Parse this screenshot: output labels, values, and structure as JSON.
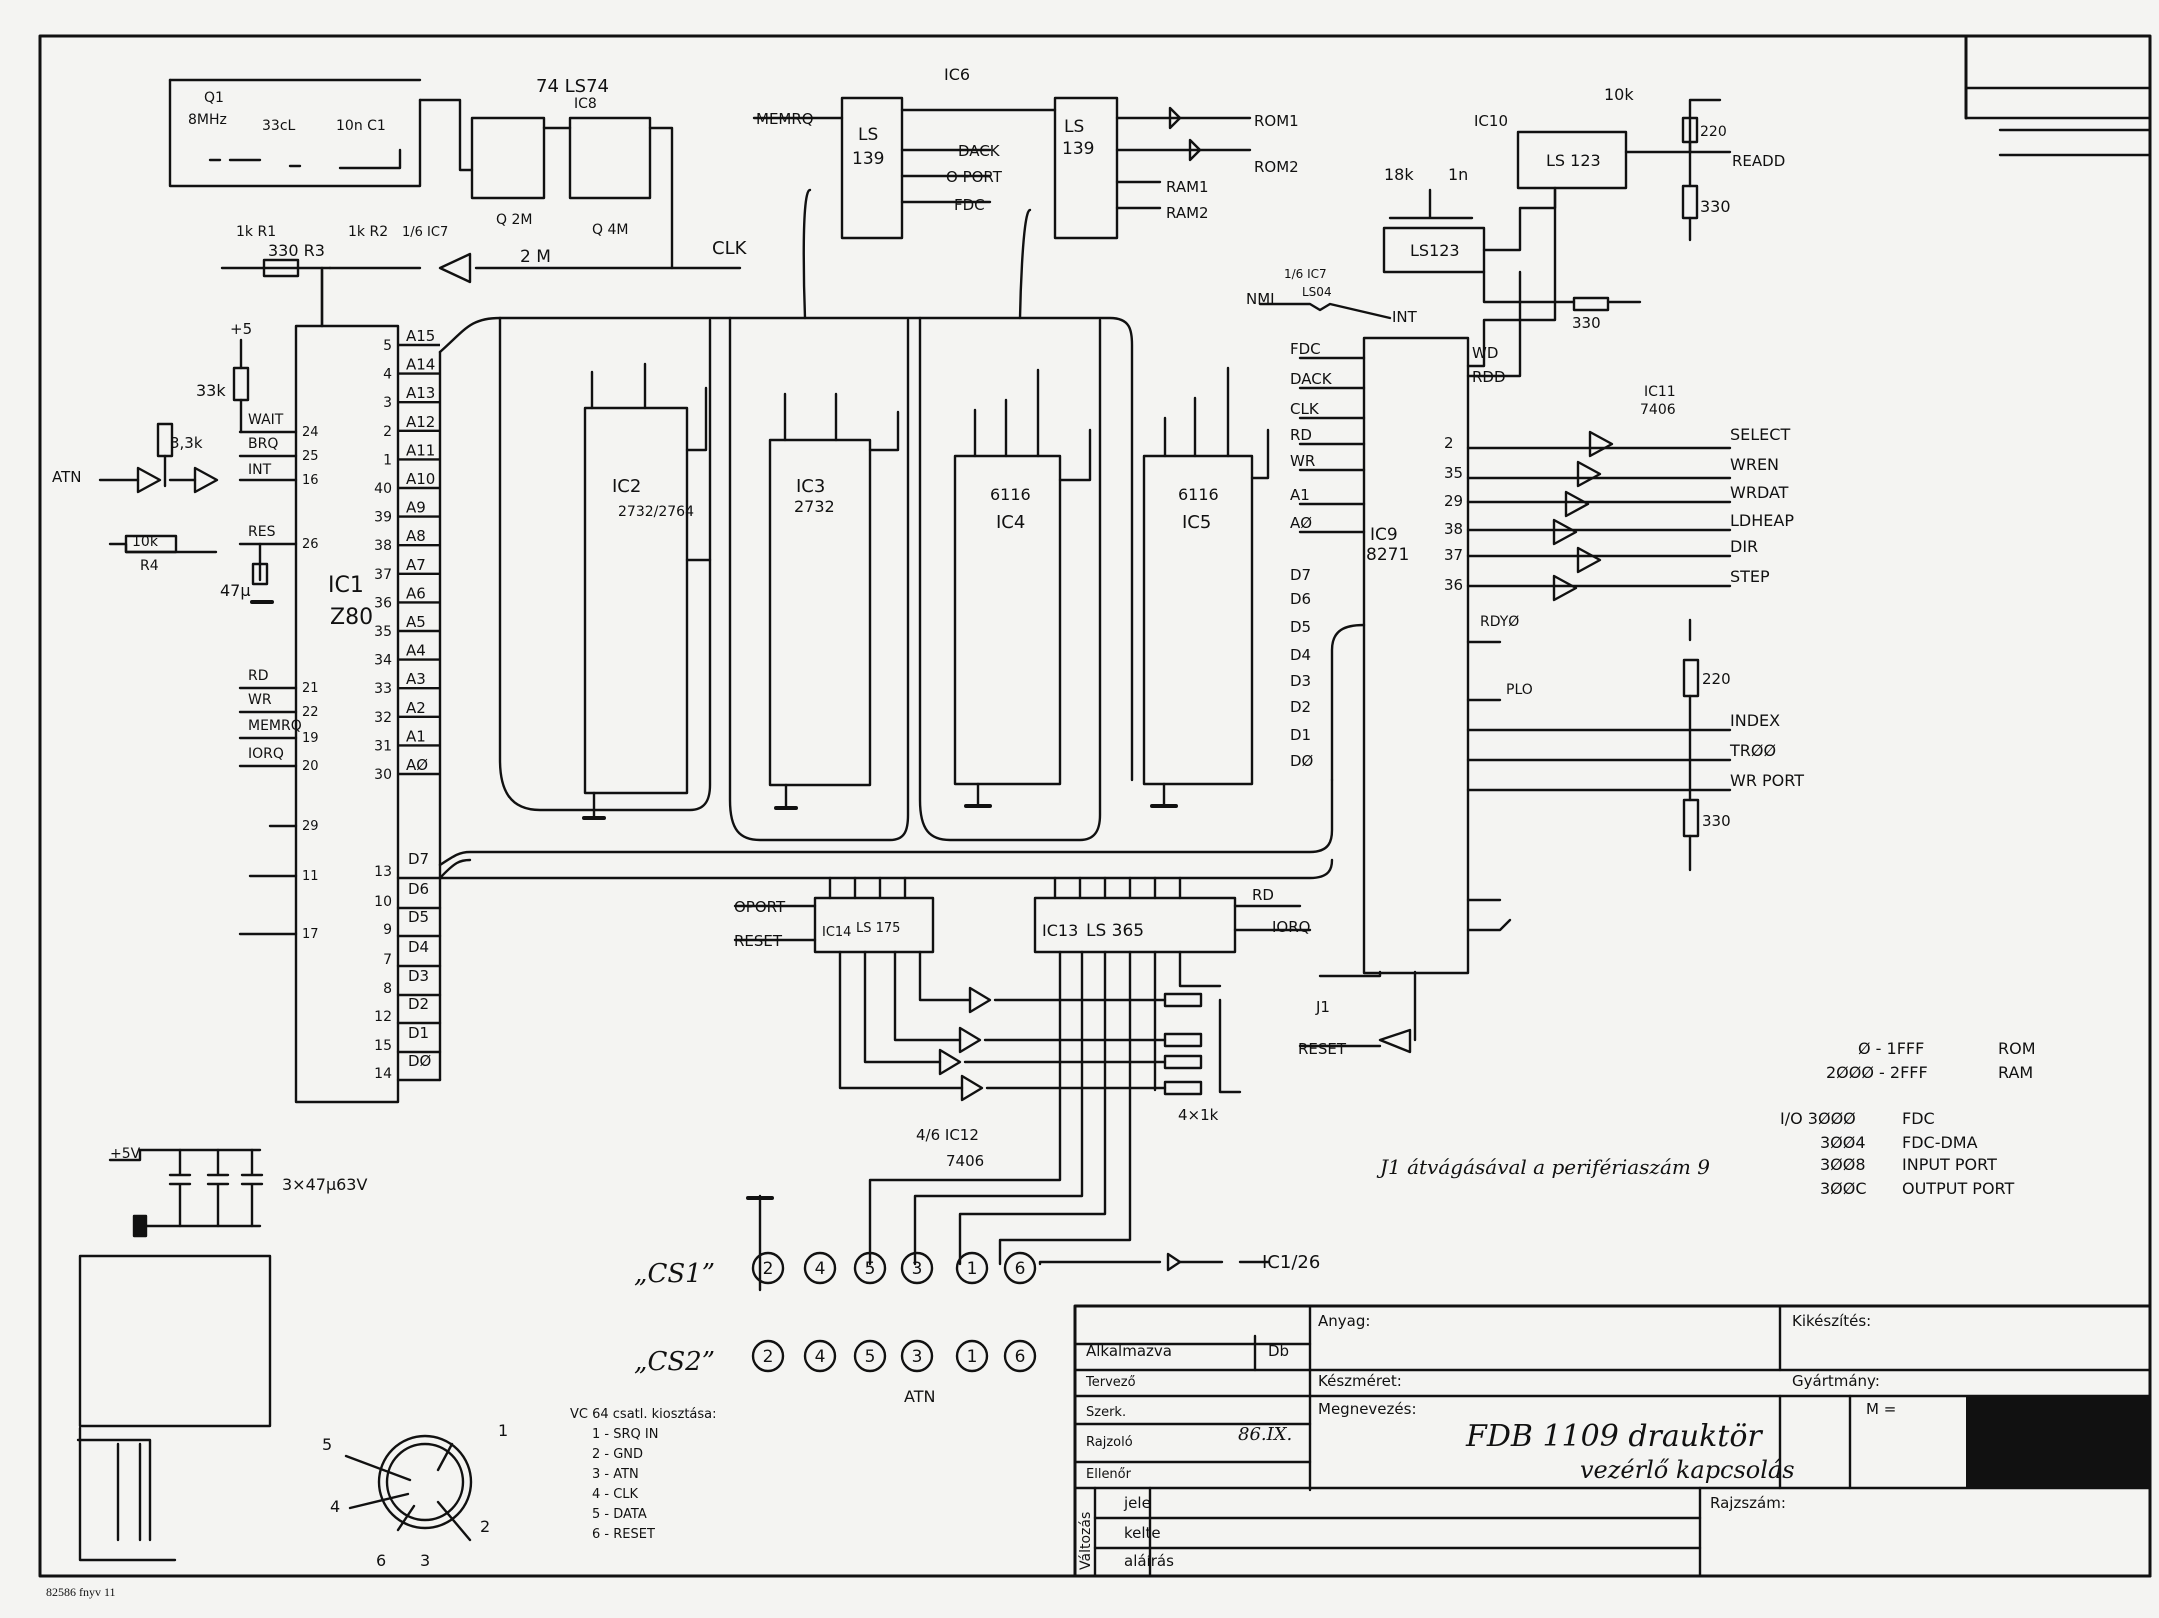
{
  "chips": [
    {
      "id": "ic1",
      "label": "IC1",
      "part": "Z80"
    },
    {
      "id": "ic2",
      "label": "IC2",
      "part": "2732/2764"
    },
    {
      "id": "ic3",
      "label": "IC3",
      "part": "2732"
    },
    {
      "id": "ic4",
      "label": "IC4",
      "part": "6116"
    },
    {
      "id": "ic5",
      "label": "IC5",
      "part": "6116"
    },
    {
      "id": "ic6a",
      "label": "LS",
      "part": "139"
    },
    {
      "id": "ic6b",
      "label": "LS",
      "part": "139"
    },
    {
      "id": "ic6",
      "label": "IC6"
    },
    {
      "id": "ic8",
      "label": "IC8",
      "part": "74 LS74"
    },
    {
      "id": "ic9",
      "label": "IC9",
      "part": "8271"
    },
    {
      "id": "ic10",
      "label": "IC10",
      "part": "LS 123"
    },
    {
      "id": "ic10b",
      "part": "LS123"
    },
    {
      "id": "ic11",
      "label": "IC11",
      "part": "7406"
    },
    {
      "id": "ic13",
      "label": "IC13",
      "part": "LS 365"
    },
    {
      "id": "ic14",
      "label": "IC14",
      "part": "LS 175"
    },
    {
      "id": "ic12",
      "label": "4/6 IC12",
      "part": "7406"
    }
  ],
  "z80_left_pins": [
    "WAIT",
    "BRQ",
    "INT",
    "RES",
    "RD",
    "WR",
    "MEMRQ",
    "IORQ"
  ],
  "z80_left_nums": [
    "24",
    "25",
    "16",
    "26",
    "21",
    "22",
    "19",
    "20",
    "29",
    "11",
    "17"
  ],
  "z80_addr_pins": [
    "A15",
    "A14",
    "A13",
    "A12",
    "A11",
    "A10",
    "A9",
    "A8",
    "A7",
    "A6",
    "A5",
    "A4",
    "A3",
    "A2",
    "A1",
    "AØ"
  ],
  "z80_addr_nums": [
    "5",
    "4",
    "3",
    "2",
    "1",
    "40",
    "39",
    "38",
    "37",
    "36",
    "35",
    "34",
    "33",
    "32",
    "31",
    "30"
  ],
  "z80_data_pins": [
    "D7",
    "D6",
    "D5",
    "D4",
    "D3",
    "D2",
    "D1",
    "DØ"
  ],
  "z80_data_nums": [
    "13",
    "10",
    "9",
    "7",
    "8",
    "12",
    "15",
    "14"
  ],
  "ic9_left_pins": [
    "FDC",
    "DACK",
    "CLK",
    "RD",
    "WR",
    "A1",
    "AØ",
    "D7",
    "D6",
    "D5",
    "D4",
    "D3",
    "D2",
    "D1",
    "DØ"
  ],
  "ic9_right_pins": [
    "SELECT",
    "WREN",
    "WRDAT",
    "LDHEAP",
    "DIR",
    "STEP"
  ],
  "ic9_right_nums": [
    "2",
    "35",
    "29",
    "38",
    "37",
    "36"
  ],
  "ic9_io": [
    "INDEX",
    "TRØØ",
    "WR PORT",
    "RDYØ",
    "PLO"
  ],
  "decoder_out": [
    "ROM1",
    "ROM2",
    "RAM1",
    "RAM2",
    "DACK",
    "O PORT",
    "FDC",
    "MEMRQ",
    "READD",
    "NMI",
    "INT",
    "WD",
    "RDD",
    "OPORT",
    "RESET",
    "RESET",
    "IORQ",
    "RD",
    "J1"
  ],
  "clock": {
    "q1": "Q1",
    "freq": "8MHz",
    "c1": "33cL",
    "c2": "10n C1",
    "r1": "1k R1",
    "r2": "1k R2",
    "ic7": "1/6 IC7",
    "q2m": "Q 2M",
    "q4m": "Q 4M",
    "clk": "CLK",
    "r3": "330 R3",
    "f2m": "2 M"
  },
  "misc": {
    "r4": "10k",
    "r4l": "R4",
    "c47": "47μ",
    "r33k": "33k",
    "r33k2": "3,3k",
    "atn": "ATN",
    "plus5": "+5",
    "r18k": "18k",
    "c1n": "1n",
    "r10k": "10k",
    "r220": "220",
    "r330": "330",
    "r330b": "330",
    "r220b": "220",
    "r330c": "330",
    "res4x1k": "4×1k",
    "caps": "3×47μ63V",
    "v5": "+5V",
    "ic7b": "1/6 IC7",
    "ls04": "LS04",
    "cs1": "„CS1”",
    "cs2": "„CS2”",
    "atn2": "ATN",
    "ic1_26": "IC1/26",
    "j1note": "J1 átvágásával a perifériaszám 9"
  },
  "connector_pins": [
    "2",
    "4",
    "5",
    "3",
    "1",
    "6"
  ],
  "din": {
    "pins": [
      "1",
      "2",
      "3",
      "4",
      "5",
      "6"
    ],
    "title": "VC 64 csatl. kiosztása:",
    "list": [
      "1 - SRQ IN",
      "2 - GND",
      "3 - ATN",
      "4 - CLK",
      "5 - DATA",
      "6 - RESET"
    ]
  },
  "memory_map": [
    {
      "range": "Ø - 1FFF",
      "use": "ROM"
    },
    {
      "range": "2ØØØ - 2FFF",
      "use": "RAM"
    },
    {
      "range": "I/O 3ØØØ",
      "use": "FDC"
    },
    {
      "range": "3ØØ4",
      "use": "FDC-DMA"
    },
    {
      "range": "3ØØ8",
      "use": "INPUT PORT"
    },
    {
      "range": "3ØØC",
      "use": "OUTPUT PORT"
    }
  ],
  "title_block": {
    "alkalmazva": "Alkalmazva",
    "db": "Db",
    "anyag": "Anyag:",
    "kikeszites": "Kikészítés:",
    "tervezo": "Tervező",
    "keszmeret": "Készméret:",
    "gyartmany": "Gyártmány:",
    "szerk": "Szerk.",
    "rajzolo": "Rajzoló",
    "ellenor": "Ellenőr",
    "date": "86.IX.",
    "megnevezes": "Megnevezés:",
    "m": "M =",
    "title1": "FDB 1109 drauktör",
    "title2": "vezérlő kapcsolás",
    "valtozas": "Változás",
    "jele": "jele",
    "kelte": "kelte",
    "alairas": "aláírás",
    "rajzszam": "Rajzszám:"
  },
  "footer": "82586 fnyv 11"
}
